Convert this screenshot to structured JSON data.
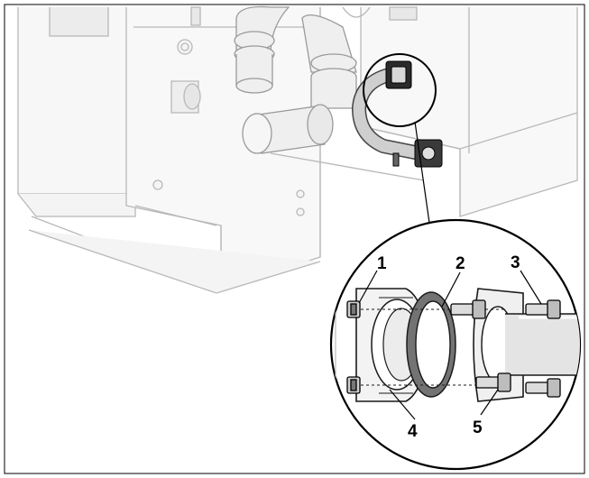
{
  "callouts": {
    "c1": "1",
    "c2": "2",
    "c3": "3",
    "c4": "4",
    "c5": "5"
  },
  "colors": {
    "frame": "#000000",
    "ghost_line": "#b8b8b8",
    "ghost_fill": "#f4f4f4",
    "pipe_fill": "#cfcfcf",
    "gasket": "#707070",
    "outline": "#1a1a1a"
  },
  "icons": [
    "flange-icon",
    "gasket-icon",
    "bolt-icon",
    "nut-icon",
    "pipe-icon"
  ]
}
